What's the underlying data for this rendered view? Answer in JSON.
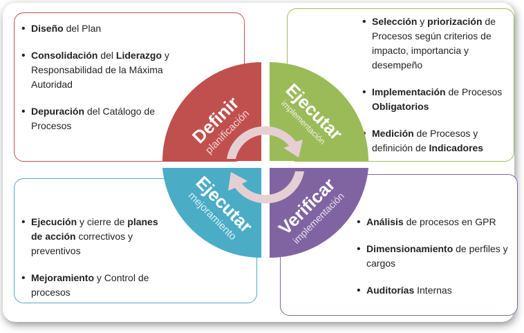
{
  "colors": {
    "definir": "#c0504d",
    "ejecutar_impl": "#9bbb59",
    "ejecutar_mejora": "#4bacc6",
    "verificar": "#8064a2",
    "arrow": "#e6cfd3"
  },
  "quadrants": [
    {
      "title": "Definir",
      "subtitle": "planificación"
    },
    {
      "title": "Ejecutar",
      "subtitle": "implementación"
    },
    {
      "title": "Verificar",
      "subtitle": "implementación"
    },
    {
      "title": "Ejecutar",
      "subtitle": "mejoramiento"
    }
  ],
  "red": [
    {
      "b1": "Diseño",
      "t1": " del Plan"
    },
    {
      "b1": "Consolidación",
      "t1": " del ",
      "b2": "Liderazgo",
      "t2": " y Responsabilidad de la Máxima Autoridad"
    },
    {
      "b1": "Depuración",
      "t1": " del Catálogo de Procesos"
    }
  ],
  "green": [
    {
      "b1": "Selección",
      "t1": " y ",
      "b2": "priorización",
      "t2": " de Procesos según criterios de impacto, importancia y desempeño"
    },
    {
      "b1": "Implementación",
      "t1": " de Procesos ",
      "b2": "Obligatorios",
      "t2": ""
    },
    {
      "b1": "Medición",
      "t1": " de Procesos y definición de ",
      "b2": "Indicadores",
      "t2": ""
    }
  ],
  "teal": [
    {
      "b1": "Ejecución",
      "t1": " y cierre de ",
      "b2": "planes de acción",
      "t2": " correctivos y preventivos"
    },
    {
      "b1": "Mejoramiento",
      "t1": " y Control de procesos"
    }
  ],
  "purple": [
    {
      "b1": "Análisis",
      "t1": " de procesos en GPR"
    },
    {
      "b1": "Dimensionamiento",
      "t1": " de perfiles y cargos"
    },
    {
      "b1": "Auditorías",
      "t1": " Internas"
    }
  ]
}
